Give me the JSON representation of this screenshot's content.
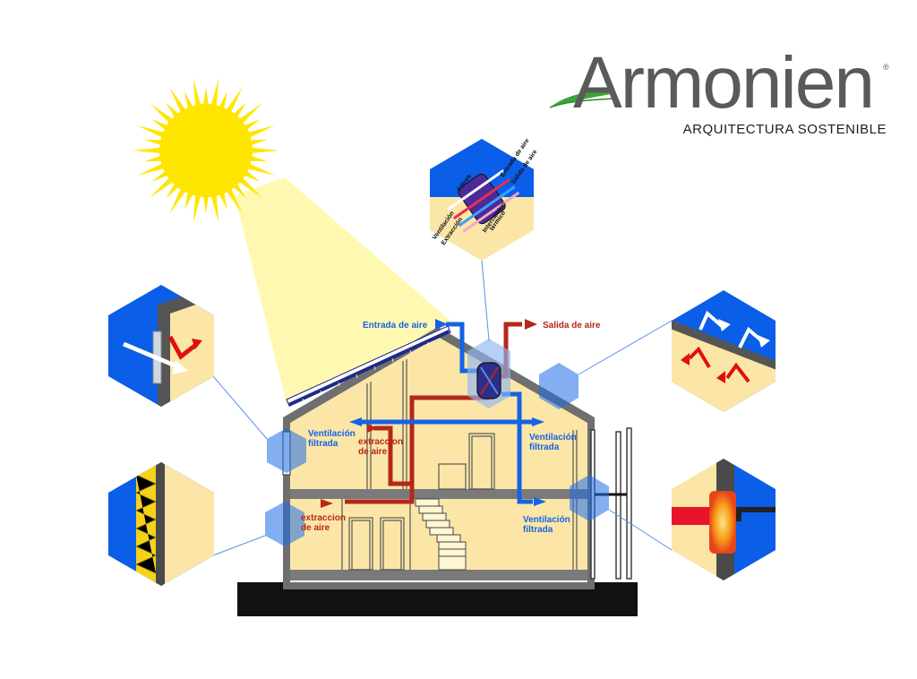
{
  "brand": {
    "name": "Armonien",
    "tagline": "ARQUITECTURA SOSTENIBLE",
    "registered": "®",
    "text_color": "#5a5a5a",
    "leaf_color": "#3aa537"
  },
  "colors": {
    "sky_blue": "#0a5ee8",
    "wall_yellow": "#fbe6a7",
    "wall_grey": "#6f6f6f",
    "floor_grey": "#7a7a7a",
    "ground_black": "#111111",
    "air_in_blue": "#1463e6",
    "air_out_red": "#b5271b",
    "sun_yellow": "#ffe600",
    "light_beam": "#fff7a8"
  },
  "labels": {
    "entrada_aire": "Entrada de aire",
    "salida_aire": "Salida de aire",
    "vent_filtrada_left_1": "Ventilación",
    "vent_filtrada_left_2": "filtrada",
    "vent_filtrada_right_1": "Ventilación",
    "vent_filtrada_right_2": "filtrada",
    "vent_filtrada_low_1": "Ventilación",
    "vent_filtrada_low_2": "filtrada",
    "extraccion_up_1": "extraccion",
    "extraccion_up_2": "de aire",
    "extraccion_low_1": "extraccion",
    "extraccion_low_2": "de aire"
  },
  "heat_exchanger_detail": {
    "filtros": "Filtros",
    "entrada_aire": "Entrada de aire",
    "salida_aire": "Salida de aire",
    "ventilacion": "Ventilación",
    "extraccion": "Extracción",
    "intercambio_1": "Intercambio",
    "intercambio_2": "térmico"
  },
  "icons": {
    "sun": "sun-icon",
    "solar_panel": "solar-panel-icon",
    "heat_exchanger": "heat-exchanger-icon",
    "window_detail": "window-detail-icon",
    "insulation_detail": "insulation-detail-icon",
    "roof_detail": "roof-insulation-detail-icon",
    "thermal_bridge_detail": "thermal-bridge-detail-icon"
  }
}
